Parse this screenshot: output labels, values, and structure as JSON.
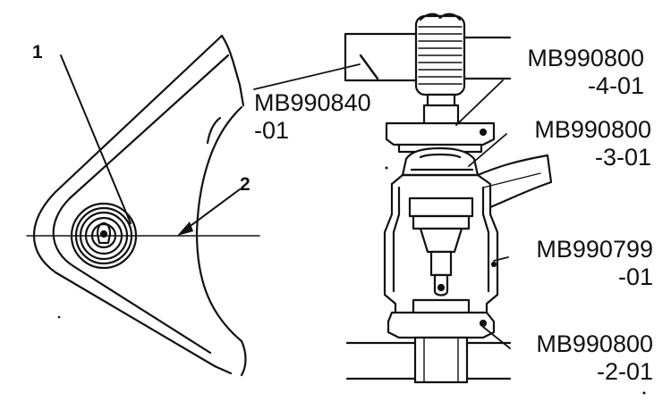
{
  "callouts": {
    "num_1": "1",
    "num_2": "2"
  },
  "parts": {
    "mb990840": {
      "line1": "MB990840",
      "line2": "-01"
    },
    "mb990800_4": {
      "line1": "MB990800",
      "line2": "-4-01"
    },
    "mb990800_3": {
      "line1": "MB990800",
      "line2": "-3-01"
    },
    "mb990799": {
      "line1": "MB990799",
      "line2": "-01"
    },
    "mb990800_2": {
      "line1": "MB990800",
      "line2": "-2-01"
    }
  },
  "colors": {
    "ink": "#111111",
    "paper": "#ffffff",
    "shade": "#d9d9d9"
  }
}
